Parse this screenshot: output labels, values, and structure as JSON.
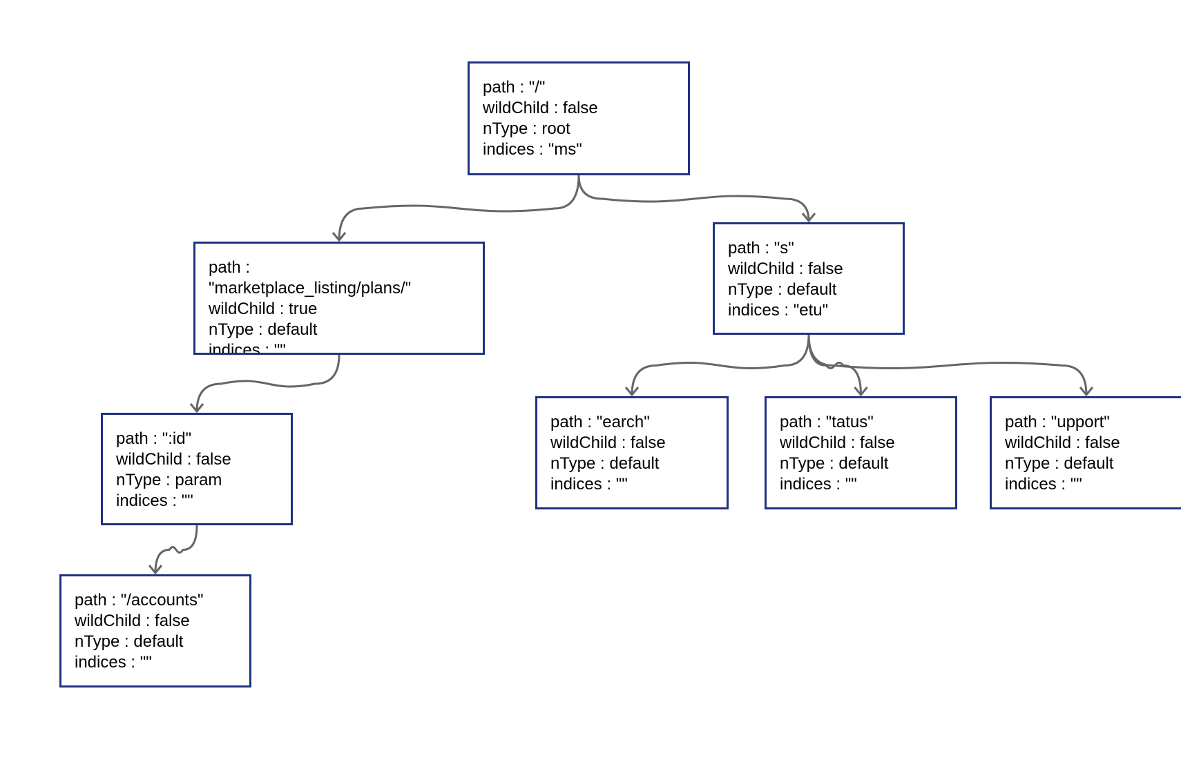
{
  "colors": {
    "node_border": "#1f3282",
    "edge": "#666666"
  },
  "nodes": [
    {
      "id": "root",
      "lines": [
        "path : \"/\"",
        "wildChild : false",
        "nType : root",
        "indices : \"ms\""
      ]
    },
    {
      "id": "marketplace",
      "lines": [
        "path :",
        "\"marketplace_listing/plans/\"",
        "wildChild : true",
        "nType : default",
        "indices : \"\""
      ]
    },
    {
      "id": "s",
      "lines": [
        "path : \"s\"",
        "wildChild : false",
        "nType : default",
        "indices : \"etu\""
      ]
    },
    {
      "id": "id",
      "lines": [
        "path : \":id\"",
        "wildChild : false",
        "nType : param",
        "indices : \"\""
      ]
    },
    {
      "id": "accounts",
      "lines": [
        "path : \"/accounts\"",
        "wildChild : false",
        "nType : default",
        "indices : \"\""
      ]
    },
    {
      "id": "earch",
      "lines": [
        "path : \"earch\"",
        "wildChild : false",
        "nType : default",
        "indices : \"\""
      ]
    },
    {
      "id": "tatus",
      "lines": [
        "path : \"tatus\"",
        "wildChild : false",
        "nType : default",
        "indices : \"\""
      ]
    },
    {
      "id": "upport",
      "lines": [
        "path : \"upport\"",
        "wildChild : false",
        "nType : default",
        "indices : \"\""
      ]
    }
  ],
  "edges": [
    {
      "from": "root",
      "to": "marketplace"
    },
    {
      "from": "root",
      "to": "s"
    },
    {
      "from": "marketplace",
      "to": "id"
    },
    {
      "from": "id",
      "to": "accounts"
    },
    {
      "from": "s",
      "to": "earch"
    },
    {
      "from": "s",
      "to": "tatus"
    },
    {
      "from": "s",
      "to": "upport"
    }
  ]
}
